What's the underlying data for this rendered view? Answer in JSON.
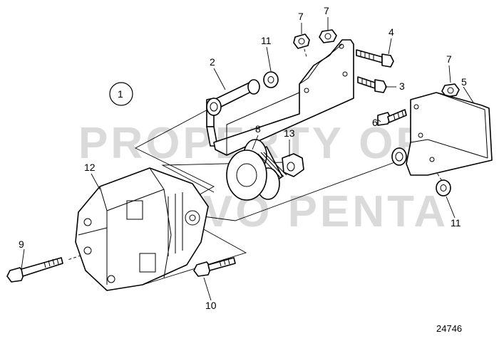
{
  "diagram": {
    "assembly_marker": "1",
    "figure_number": "24746",
    "watermark_lines": [
      "PROPERTY OF",
      "VOLVO PENTA"
    ],
    "callouts": [
      {
        "id": "c7a",
        "label": "7"
      },
      {
        "id": "c7b",
        "label": "7"
      },
      {
        "id": "c4",
        "label": "4"
      },
      {
        "id": "c11a",
        "label": "11"
      },
      {
        "id": "c2",
        "label": "2"
      },
      {
        "id": "c3",
        "label": "3"
      },
      {
        "id": "c7c",
        "label": "7"
      },
      {
        "id": "c5",
        "label": "5"
      },
      {
        "id": "c6",
        "label": "6"
      },
      {
        "id": "c8",
        "label": "8"
      },
      {
        "id": "c13",
        "label": "13"
      },
      {
        "id": "c12",
        "label": "12"
      },
      {
        "id": "c11b",
        "label": "11"
      },
      {
        "id": "c9",
        "label": "9"
      },
      {
        "id": "c10",
        "label": "10"
      }
    ]
  }
}
